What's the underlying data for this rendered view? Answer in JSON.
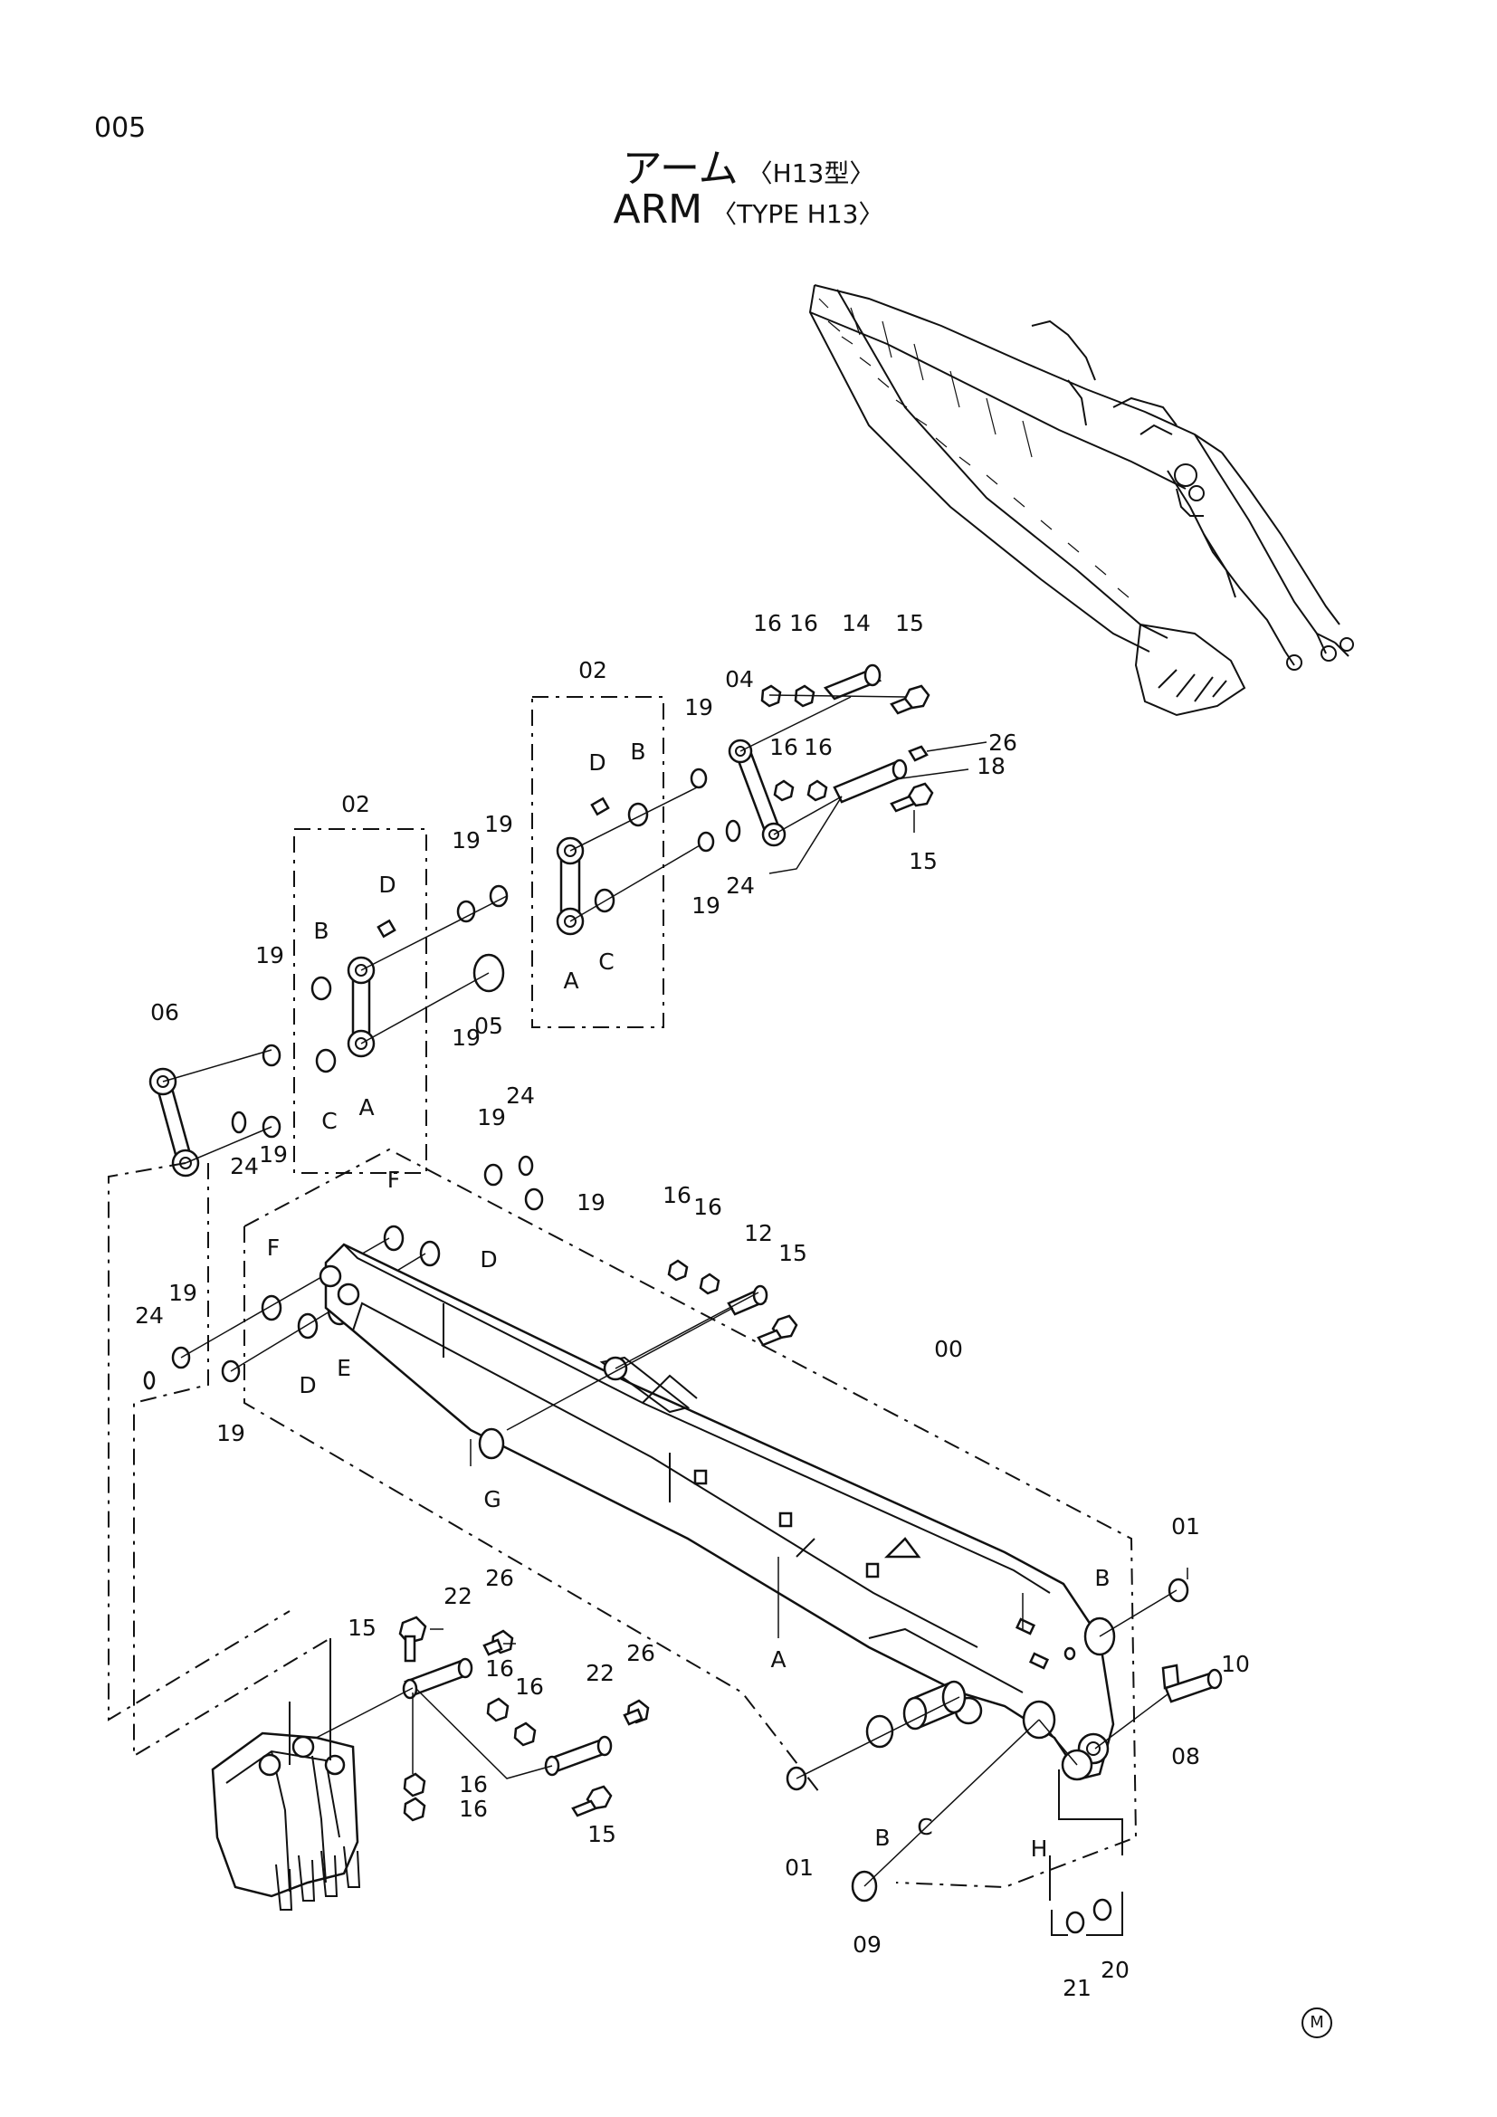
{
  "header": {
    "page_number": "005",
    "title_jp": "アーム",
    "subtitle_jp": "〈H13型〉",
    "title_en": "ARM",
    "subtitle_en": "〈TYPE H13〉"
  },
  "callouts": {
    "c00": "00",
    "c01a": "01",
    "c01b": "01",
    "c02a": "02",
    "c02b": "02",
    "c04": "04",
    "c05": "05",
    "c06": "06",
    "c08": "08",
    "c09": "09",
    "c10": "10",
    "c12": "12",
    "c14": "14",
    "c15a": "15",
    "c15b": "15",
    "c15c": "15",
    "c15d": "15",
    "c15e": "15",
    "c16a": "16",
    "c16b": "16",
    "c16c": "16",
    "c16d": "16",
    "c16e": "16",
    "c16f": "16",
    "c16g": "16",
    "c16h": "16",
    "c16i": "16",
    "c16j": "16",
    "c18": "18",
    "c19a": "19",
    "c19b": "19",
    "c19c": "19",
    "c19d": "19",
    "c19e": "19",
    "c19f": "19",
    "c19g": "19",
    "c19h": "19",
    "c19i": "19",
    "c19j": "19",
    "c19k": "19",
    "c20": "20",
    "c21": "21",
    "c22a": "22",
    "c22b": "22",
    "c24a": "24",
    "c24b": "24",
    "c24c": "24",
    "c24d": "24",
    "c26a": "26",
    "c26b": "26",
    "c26c": "26",
    "cAa": "A",
    "cAb": "A",
    "cAc": "A",
    "cBa": "B",
    "cBb": "B",
    "cBc": "B",
    "cBd": "B",
    "cCa": "C",
    "cCb": "C",
    "cCc": "C",
    "cDa": "D",
    "cDb": "D",
    "cDc": "D",
    "cDd": "D",
    "cE": "E",
    "cFa": "F",
    "cFb": "F",
    "cG": "G",
    "cH": "H"
  },
  "footer": {
    "mark": "M"
  }
}
